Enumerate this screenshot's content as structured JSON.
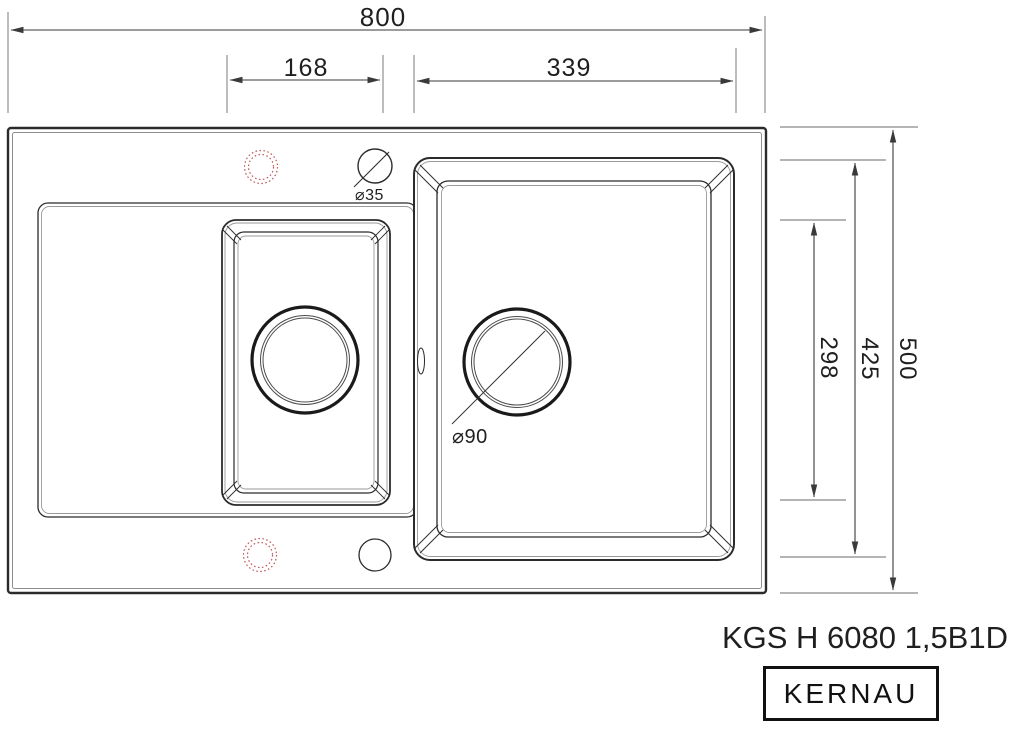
{
  "drawing_type": "kitchen sink technical dimension drawing, top view",
  "dimensions": {
    "overall_width": "800",
    "half_bowl_width": "168",
    "main_bowl_width": "339",
    "half_bowl_depth": "298",
    "main_bowl_depth": "425",
    "overall_depth": "500",
    "tap_hole_diameter": "⌀35",
    "drain_diameter": "⌀90"
  },
  "product": {
    "model": "KGS H 6080 1,5B1D",
    "brand": "KERNAU"
  },
  "features": {
    "tap_hole_solid": "drilled tap hole",
    "tap_hole_optional": "optional tap hole position (dotted)",
    "bowls": "one main bowl, one half bowl, drainer board"
  },
  "colors": {
    "line_primary": "#2b2b2b",
    "line_secondary": "#9a9a9a",
    "dimension_line": "#4a4a4a",
    "optional_hole_red": "#c05a5a",
    "text": "#1f1f1f",
    "background": "#ffffff"
  }
}
